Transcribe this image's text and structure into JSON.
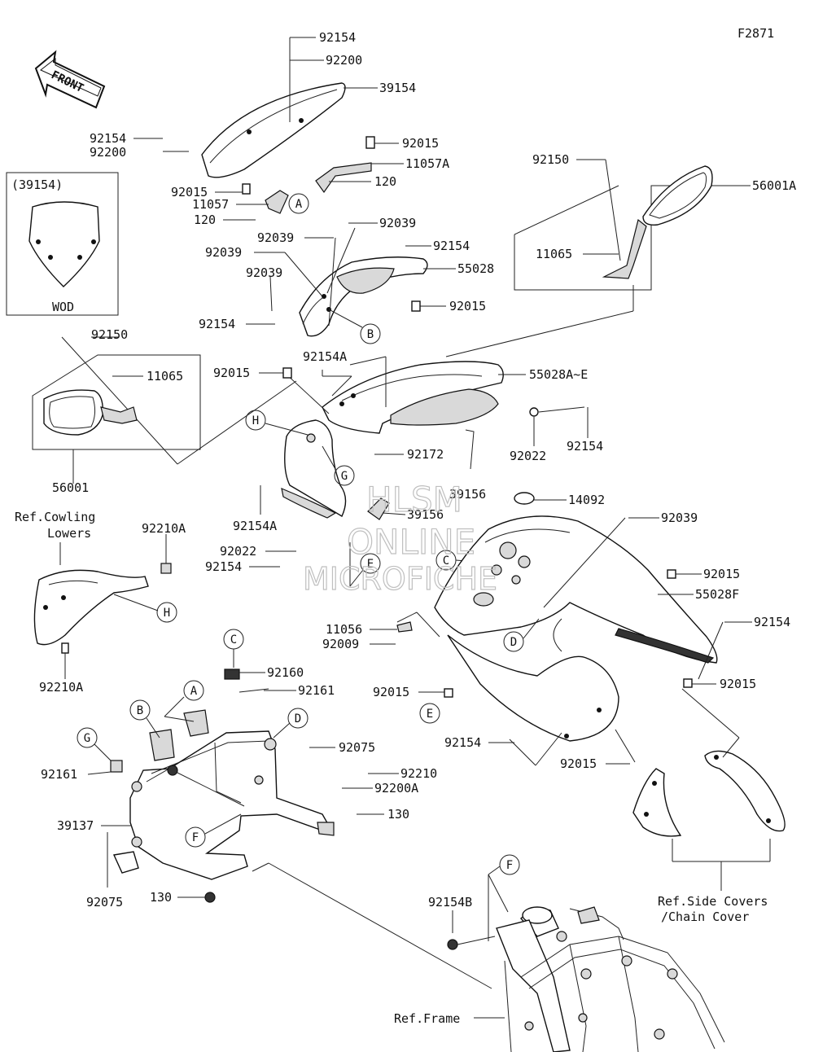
{
  "figure_code": "F2871",
  "front_arrow": "FRONT",
  "inset": {
    "part": "(39154)",
    "caption": "WOD"
  },
  "watermark": {
    "line1": "HLSM",
    "line2": "ONLINE",
    "line3": "MICROFICHE"
  },
  "labels": {
    "p92154_top": "92154",
    "p92200_top": "92200",
    "p39154": "39154",
    "p92154_l": "92154",
    "p92200_l": "92200",
    "p92015_r1": "92015",
    "p11057A": "11057A",
    "p92015_l1": "92015",
    "p11057": "11057",
    "p120_r": "120",
    "p120_l": "120",
    "p92150_r": "92150",
    "p56001A": "56001A",
    "p11065_r": "11065",
    "p92039_a": "92039",
    "p92039_b": "92039",
    "p92154_c": "92154",
    "p92039_c": "92039",
    "p55028": "55028",
    "p92039_d": "92039",
    "p92015_c": "92015",
    "p92154_d": "92154",
    "p92150_l": "92150",
    "p11065_l": "11065",
    "p92154A_a": "92154A",
    "p92015_d": "92015",
    "p55028AE": "55028A~E",
    "p92022_r": "92022",
    "p92154_e": "92154",
    "p92172": "92172",
    "p56001": "56001",
    "p39156_a": "39156",
    "p39156_b": "39156",
    "p14092": "14092",
    "p92154A_b": "92154A",
    "p92039_e": "92039",
    "p92210A_t": "92210A",
    "p92022_l": "92022",
    "p92154_f": "92154",
    "p92015_e": "92015",
    "p55028F": "55028F",
    "p11056": "11056",
    "p92009": "92009",
    "p92154_g": "92154",
    "p92210A_b": "92210A",
    "p92015_f": "92015",
    "p92015_g": "92015",
    "p92160": "92160",
    "p92161_a": "92161",
    "p92154_h": "92154",
    "p92075_a": "92075",
    "p92015_h": "92015",
    "p92161_b": "92161",
    "p92210": "92210",
    "p92200A": "92200A",
    "p130_a": "130",
    "p39137": "39137",
    "p92075_b": "92075",
    "p130_b": "130",
    "p92154B": "92154B"
  },
  "refs": {
    "cowling_l1": "Ref.Cowling",
    "cowling_l2": "Lowers",
    "side_l1": "Ref.Side Covers",
    "side_l2": "/Chain Cover",
    "frame": "Ref.Frame"
  },
  "callouts": {
    "A1": "A",
    "B1": "B",
    "H1": "H",
    "G1": "G",
    "E1": "E",
    "C1": "C",
    "D1": "D",
    "H2": "H",
    "C2": "C",
    "D2": "D",
    "E2": "E",
    "A2": "A",
    "B2": "B",
    "G2": "G",
    "F1": "F",
    "F2": "F"
  }
}
